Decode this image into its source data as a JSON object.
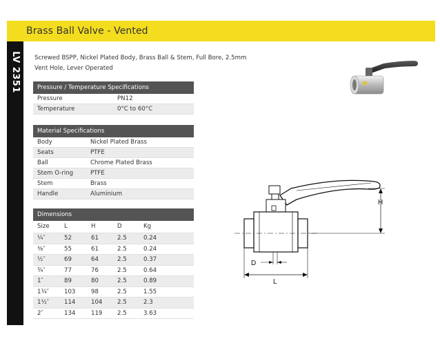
{
  "header": {
    "title": "Brass Ball Valve - Vented"
  },
  "side_code": "LV 2351",
  "description": {
    "line1": "Screwed BSPP, Nickel Plated Body, Brass Ball & Stem, Full Bore, 2.5mm",
    "line2": "Vent Hole, Lever Operated"
  },
  "pressure_table": {
    "title": "Pressure / Temperature Specifications",
    "rows": [
      {
        "label": "Pressure",
        "value": "PN12"
      },
      {
        "label": "Temperature",
        "value": "0°C to 60°C"
      }
    ]
  },
  "material_table": {
    "title": "Material Specifications",
    "rows": [
      {
        "label": "Body",
        "value": "Nickel Plated Brass"
      },
      {
        "label": "Seats",
        "value": "PTFE"
      },
      {
        "label": "Ball",
        "value": "Chrome Plated Brass"
      },
      {
        "label": "Stem O-ring",
        "value": "PTFE"
      },
      {
        "label": "Stem",
        "value": "Brass"
      },
      {
        "label": "Handle",
        "value": "Aluminium"
      }
    ]
  },
  "dimensions_table": {
    "title": "Dimensions",
    "columns": [
      "Size",
      "L",
      "H",
      "D",
      "Kg"
    ],
    "rows": [
      [
        "¼″",
        "52",
        "61",
        "2.5",
        "0.24"
      ],
      [
        "⅜″",
        "55",
        "61",
        "2.5",
        "0.24"
      ],
      [
        "½″",
        "69",
        "64",
        "2.5",
        "0.37"
      ],
      [
        "¾″",
        "77",
        "76",
        "2.5",
        "0.64"
      ],
      [
        "1″",
        "89",
        "80",
        "2.5",
        "0.89"
      ],
      [
        "1¼″",
        "103",
        "98",
        "2.5",
        "1.55"
      ],
      [
        "1½″",
        "114",
        "104",
        "2.5",
        "2.3"
      ],
      [
        "2″",
        "134",
        "119",
        "2.5",
        "3.63"
      ]
    ]
  },
  "drawing": {
    "label_h": "H",
    "label_d": "D",
    "label_l": "L"
  },
  "colors": {
    "header": "#f3dd1e",
    "side_bar": "#111111",
    "table_head": "#545454",
    "row_alt": "#ececec"
  }
}
